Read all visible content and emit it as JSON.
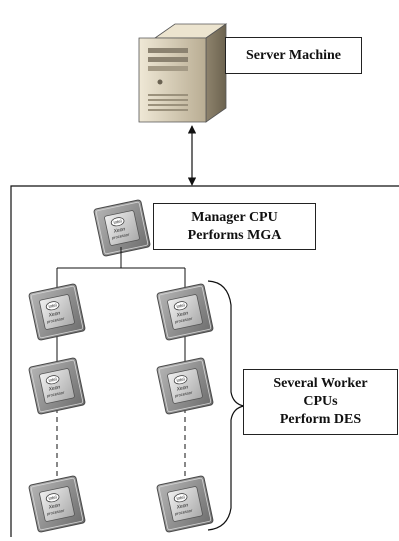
{
  "server": {
    "label": "Server Machine"
  },
  "manager": {
    "line1": "Manager CPU",
    "line2": "Performs MGA"
  },
  "workers": {
    "line1": "Several Worker",
    "line2": "CPUs",
    "line3": "Perform DES"
  },
  "chip": {
    "brand": "intel",
    "line1": "Xeon",
    "line2": "processor"
  },
  "colors": {
    "line": "#111111",
    "chip_body": "#8a8a8a",
    "chip_die": "#c9c9c9",
    "server_body": "#d8cdb4"
  }
}
